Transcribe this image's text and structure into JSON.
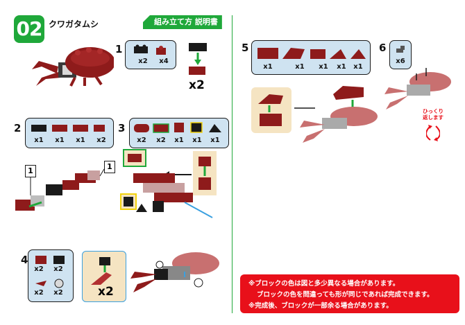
{
  "header": {
    "step_badge": "02",
    "model_name": "クワガタムシ",
    "manual_tag": "組み立て方 説明書"
  },
  "step1": {
    "num": "1",
    "counts": [
      "x2",
      "x4"
    ],
    "multiplier": "x2"
  },
  "step2": {
    "num": "2",
    "counts": [
      "x1",
      "x1",
      "x1",
      "x2"
    ],
    "callouts": [
      "1",
      "1"
    ]
  },
  "step3": {
    "num": "3",
    "counts": [
      "x2",
      "x2",
      "x1",
      "x1",
      "x1"
    ]
  },
  "step4": {
    "num": "4",
    "counts": [
      "x2",
      "x2",
      "x2",
      "x2"
    ],
    "multiplier": "x2"
  },
  "step5": {
    "num": "5",
    "counts": [
      "x1",
      "x1",
      "x1",
      "x1",
      "x1"
    ]
  },
  "step6": {
    "num": "6",
    "counts": [
      "x6"
    ],
    "rotate_label": [
      "ひっくり",
      "返します"
    ]
  },
  "note": {
    "lines": [
      "※ブロックの色は図と多少異なる場合があります。",
      "ブロックの色を問違っても形が同じであれば完成できます。",
      "※完成後、ブロックが一部余る場合があります。"
    ]
  },
  "colors": {
    "green": "#1fa83a",
    "red": "#e8101a",
    "brick": "#8e1b1b",
    "panel": "#cfe3f1",
    "beige": "#f5e4c2"
  }
}
